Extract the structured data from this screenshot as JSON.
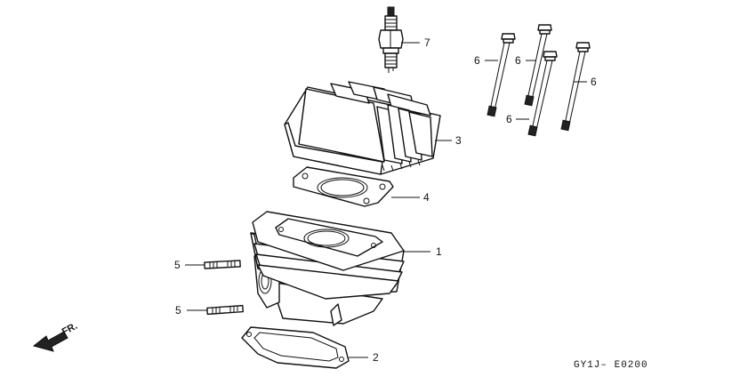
{
  "callouts": {
    "cylinder": "1",
    "base_gasket": "2",
    "cylinder_head": "3",
    "head_gasket": "4",
    "stud_upper": "5",
    "stud_lower": "5",
    "bolt_a": "6",
    "bolt_b": "6",
    "bolt_c": "6",
    "bolt_d": "6",
    "spark_plug": "7"
  },
  "front_indicator": "FR.",
  "diagram_code": "GY1J– E0200"
}
